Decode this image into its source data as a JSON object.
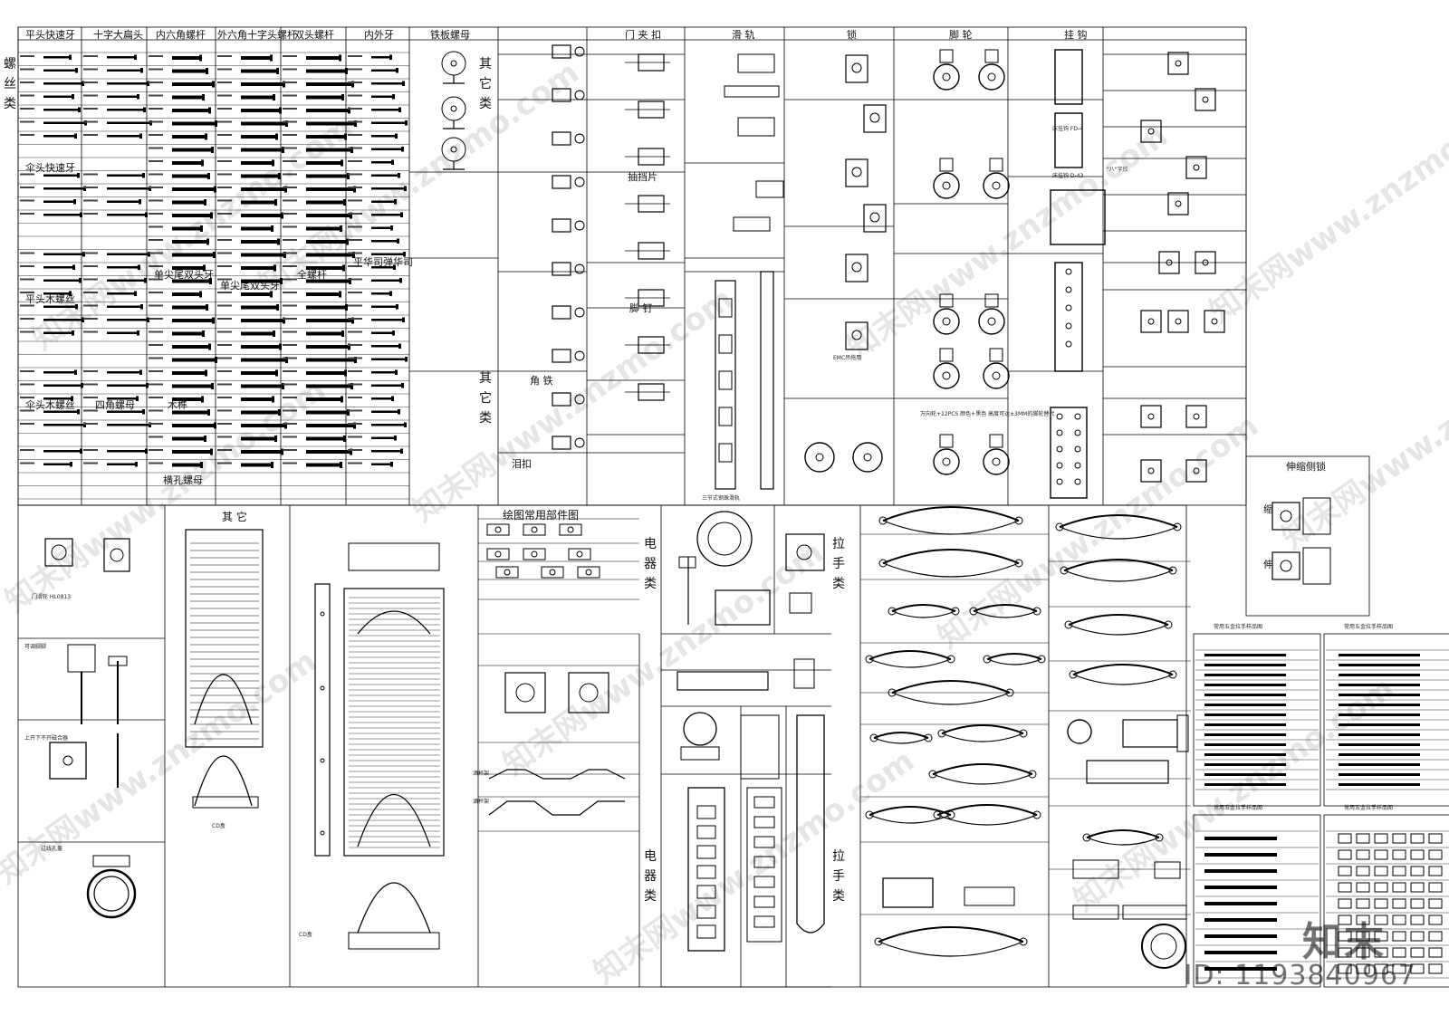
{
  "top_headers": [
    {
      "id": "h1",
      "text": "平头快速牙"
    },
    {
      "id": "h2",
      "text": "十字大扁头"
    },
    {
      "id": "h3",
      "text": "内六角螺杆"
    },
    {
      "id": "h4",
      "text": "外六角十字头螺杆"
    },
    {
      "id": "h5",
      "text": "双头螺杆"
    },
    {
      "id": "h6",
      "text": "内外牙"
    },
    {
      "id": "h7",
      "text": "铁板螺母"
    },
    {
      "id": "h8",
      "text": "门 夹 扣"
    },
    {
      "id": "h9",
      "text": "滑  轨"
    },
    {
      "id": "h10",
      "text": "锁"
    },
    {
      "id": "h11",
      "text": "脚  轮"
    },
    {
      "id": "h12",
      "text": "挂  钩"
    }
  ],
  "sub_headers": [
    {
      "id": "s1",
      "text": "伞头快速牙"
    },
    {
      "id": "s2",
      "text": "平头木螺丝"
    },
    {
      "id": "s3",
      "text": "伞头木螺丝"
    },
    {
      "id": "s4",
      "text": "四角螺母"
    },
    {
      "id": "s5",
      "text": "木榫"
    },
    {
      "id": "s6",
      "text": "横孔螺母"
    },
    {
      "id": "s7",
      "text": "单尖尾双头牙"
    },
    {
      "id": "s8",
      "text": "单尖尾双头牙"
    },
    {
      "id": "s9",
      "text": "全螺杆"
    },
    {
      "id": "s10",
      "text": "平华司弹华司"
    },
    {
      "id": "s11",
      "text": "抽挡片"
    },
    {
      "id": "s12",
      "text": "脚 钉"
    },
    {
      "id": "s13",
      "text": "角 铁"
    },
    {
      "id": "s14",
      "text": "泪扣"
    },
    {
      "id": "s15",
      "text": "伸缩侧锁"
    },
    {
      "id": "s16",
      "text": "缩"
    },
    {
      "id": "s17",
      "text": "伸"
    },
    {
      "id": "s18",
      "text": "绘图常用部件图"
    },
    {
      "id": "s19",
      "text": "其  它"
    },
    {
      "id": "s20",
      "text": "门滑轮 HL0813"
    },
    {
      "id": "s21",
      "text": "可调脚脚"
    },
    {
      "id": "s22",
      "text": "上开下不开磁合器"
    },
    {
      "id": "s23",
      "text": "过线孔盖"
    },
    {
      "id": "s24",
      "text": "CD盒"
    },
    {
      "id": "s25",
      "text": "CD盒"
    },
    {
      "id": "s26",
      "text": "酒杯架"
    },
    {
      "id": "s27",
      "text": "酒杯架"
    },
    {
      "id": "s28",
      "text": "万向轮+12PCS  颜色+黑色  高度可达±3MM的脚轮替代"
    },
    {
      "id": "s29",
      "text": "床挂钩 FD-4"
    },
    {
      "id": "s30",
      "text": "床挂钩 D-43"
    },
    {
      "id": "s31",
      "text": "\"八\"字铰"
    },
    {
      "id": "s32",
      "text": "三节式钢珠滑轨"
    },
    {
      "id": "s33",
      "text": "EMC吊拖用"
    },
    {
      "id": "s34",
      "text": "常用五金拉手样品图"
    },
    {
      "id": "s35",
      "text": "常用五金拉手样品图"
    },
    {
      "id": "s36",
      "text": "常用五金拉手样品图"
    },
    {
      "id": "s37",
      "text": "常用五金拉手样品图"
    }
  ],
  "vertical_labels": [
    {
      "id": "v1",
      "text": "螺丝类"
    },
    {
      "id": "v2",
      "text": "其它类"
    },
    {
      "id": "v3",
      "text": "其它类"
    },
    {
      "id": "v4",
      "text": "电器类"
    },
    {
      "id": "v5",
      "text": "电器类"
    },
    {
      "id": "v6",
      "text": "拉手类"
    },
    {
      "id": "v7",
      "text": "拉手类"
    }
  ],
  "watermarks": [
    "知末网www.znzmo.com",
    "知末网www.znzmo.com",
    "知末网www.znzmo.com",
    "知末网www.znzmo.com",
    "知末网www.znzmo.com",
    "知末网www.znzmo.com",
    "知末网www.znzmo.com",
    "知末网www.znzmo.com",
    "知末网www.znzmo.com",
    "知末网www.znzmo.com",
    "知末网www.znzmo.com",
    "知末网www.znzmo.com"
  ],
  "logo_text": "知末",
  "id_text": "ID: 1193840967"
}
